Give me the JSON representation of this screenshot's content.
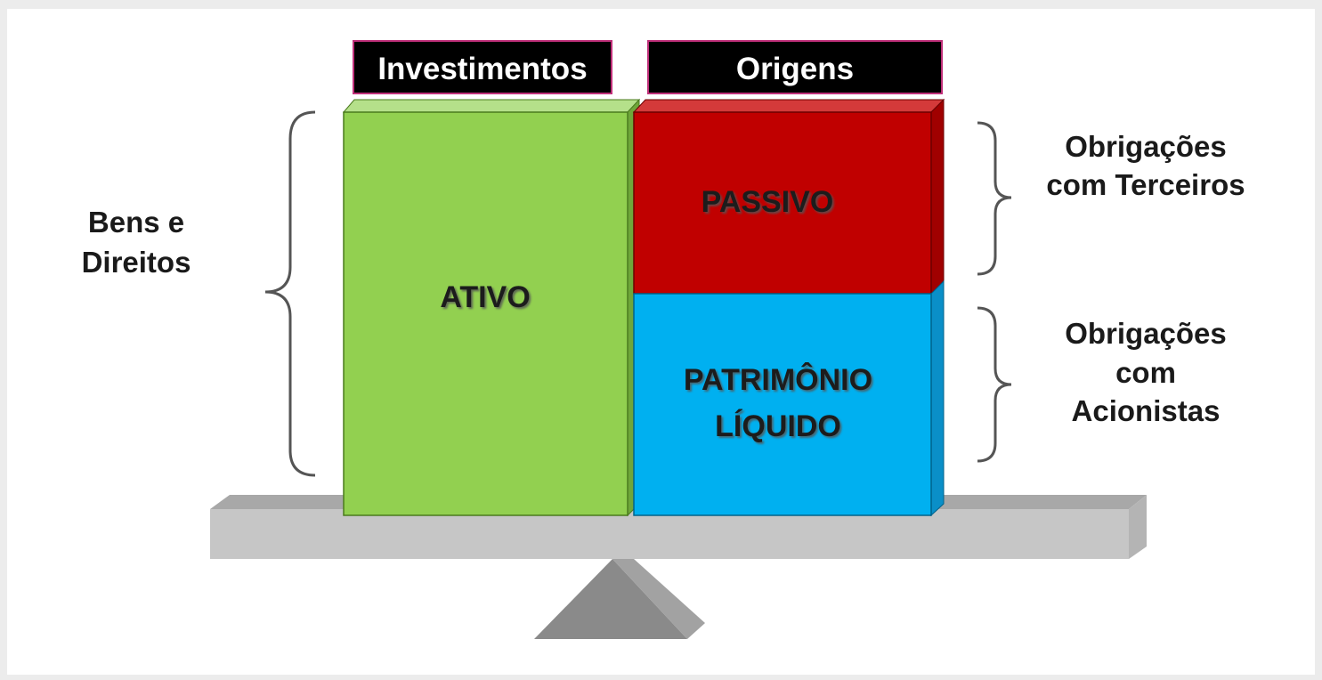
{
  "headers": {
    "left": "Investimentos",
    "right": "Origens"
  },
  "blocks": {
    "ativo": "ATIVO",
    "passivo": "PASSIVO",
    "patrimonio_line1": "PATRIMÔNIO",
    "patrimonio_line2": "LÍQUIDO"
  },
  "side_labels": {
    "bens_line1": "Bens e",
    "bens_line2": "Direitos",
    "terceiros_line1": "Obrigações",
    "terceiros_line2": "com Terceiros",
    "acionistas_line1": "Obrigações",
    "acionistas_line2": "com",
    "acionistas_line3": "Acionistas"
  },
  "colors": {
    "ativo": "#92d050",
    "passivo": "#c00000",
    "patrimonio": "#00b0f0",
    "header_bg": "#000000",
    "header_border": "#c0307a",
    "scale": "#c8c8c8"
  }
}
